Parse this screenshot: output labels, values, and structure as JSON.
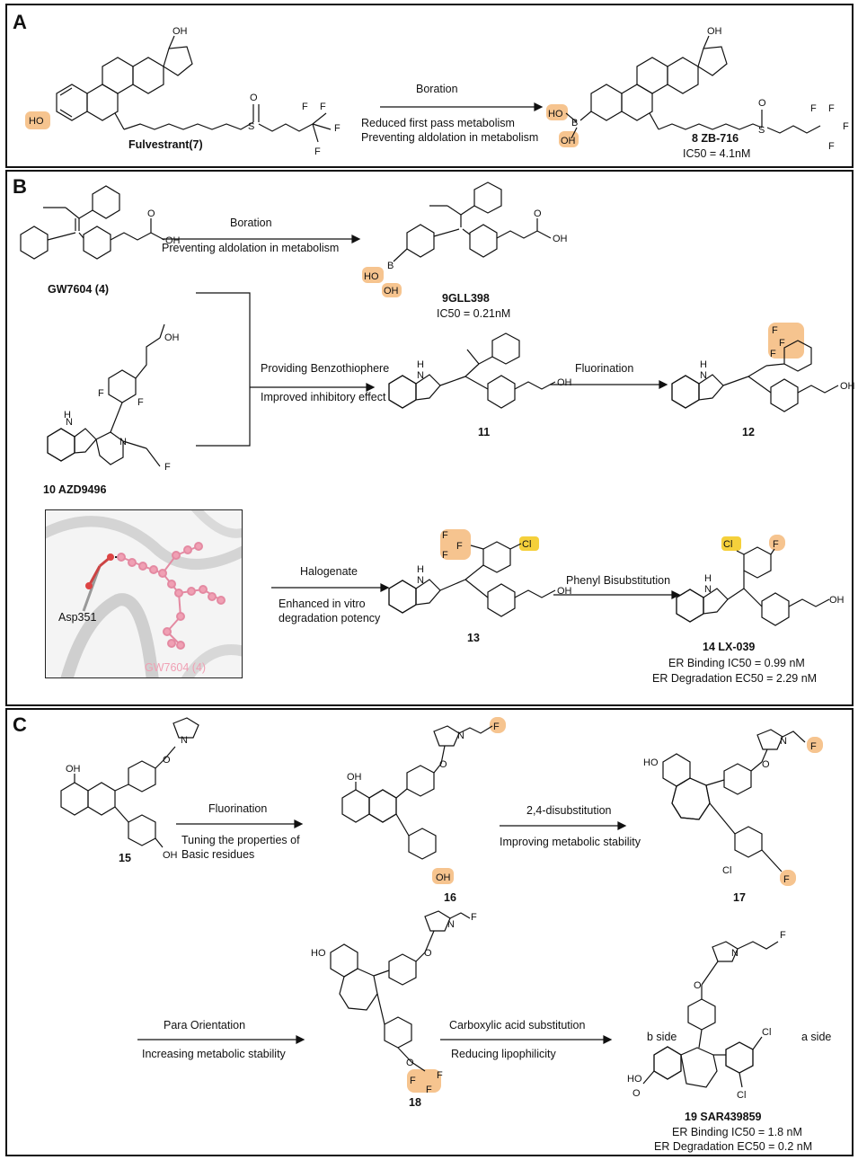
{
  "panels": {
    "a": {
      "label": "A",
      "compound1": "Fulvestrant(7)",
      "arrow_top": "Boration",
      "arrow_bottom_1": "Reduced first pass metabolism",
      "arrow_bottom_2": "Preventing aldolation in metabolism",
      "compound2": "8 ZB-716",
      "compound2_ic50": "IC50 = 4.1nM"
    },
    "b": {
      "label": "B",
      "c4": "GW7604 (4)",
      "arrow1_top": "Boration",
      "arrow1_bottom": "Preventing aldolation in metabolism",
      "c9": "9GLL398",
      "c9_ic50": "IC50 = 0.21nM",
      "c10": "10 AZD9496",
      "arrow2_top": "Providing Benzothiophere",
      "arrow2_bottom": "Improved  inhibitory effect",
      "c11": "11",
      "arrow3_top": "Fluorination",
      "c12": "12",
      "inset_residue": "Asp351",
      "inset_ligand": "GW7604 (4)",
      "arrow4_top": "Halogenate",
      "arrow4_bottom_1": "Enhanced in vitro",
      "arrow4_bottom_2": "degradation potency",
      "c13": "13",
      "arrow5_top": "Phenyl Bisubstitution",
      "c14": "14 LX-039",
      "c14_binding": "ER Binding IC50 = 0.99 nM",
      "c14_degradation": "ER Degradation EC50 = 2.29 nM"
    },
    "c": {
      "label": "C",
      "c15": "15",
      "arrow1_top": "Fluorination",
      "arrow1_bottom_1": "Tuning the properties of",
      "arrow1_bottom_2": "Basic residues",
      "c16": "16",
      "arrow2_top": "2,4-disubstitution",
      "arrow2_bottom": "Improving metabolic stability",
      "c17": "17",
      "arrow3_top": "Para Orientation",
      "arrow3_bottom": "Increasing metabolic stability",
      "c18": "18",
      "arrow4_top": "Carboxylic acid substitution",
      "arrow4_bottom": "Reducing lipophilicity",
      "b_side": "b side",
      "a_side": "a side",
      "c19": "19 SAR439859",
      "c19_binding": "ER Binding IC50 = 1.8 nM",
      "c19_degradation": "ER Degradation EC50 = 0.2 nM"
    }
  },
  "colors": {
    "highlight_orange": "#f6c48f",
    "highlight_yellow": "#f5d03b",
    "ligand_pink": "#f0a0b4",
    "border": "#111111"
  }
}
